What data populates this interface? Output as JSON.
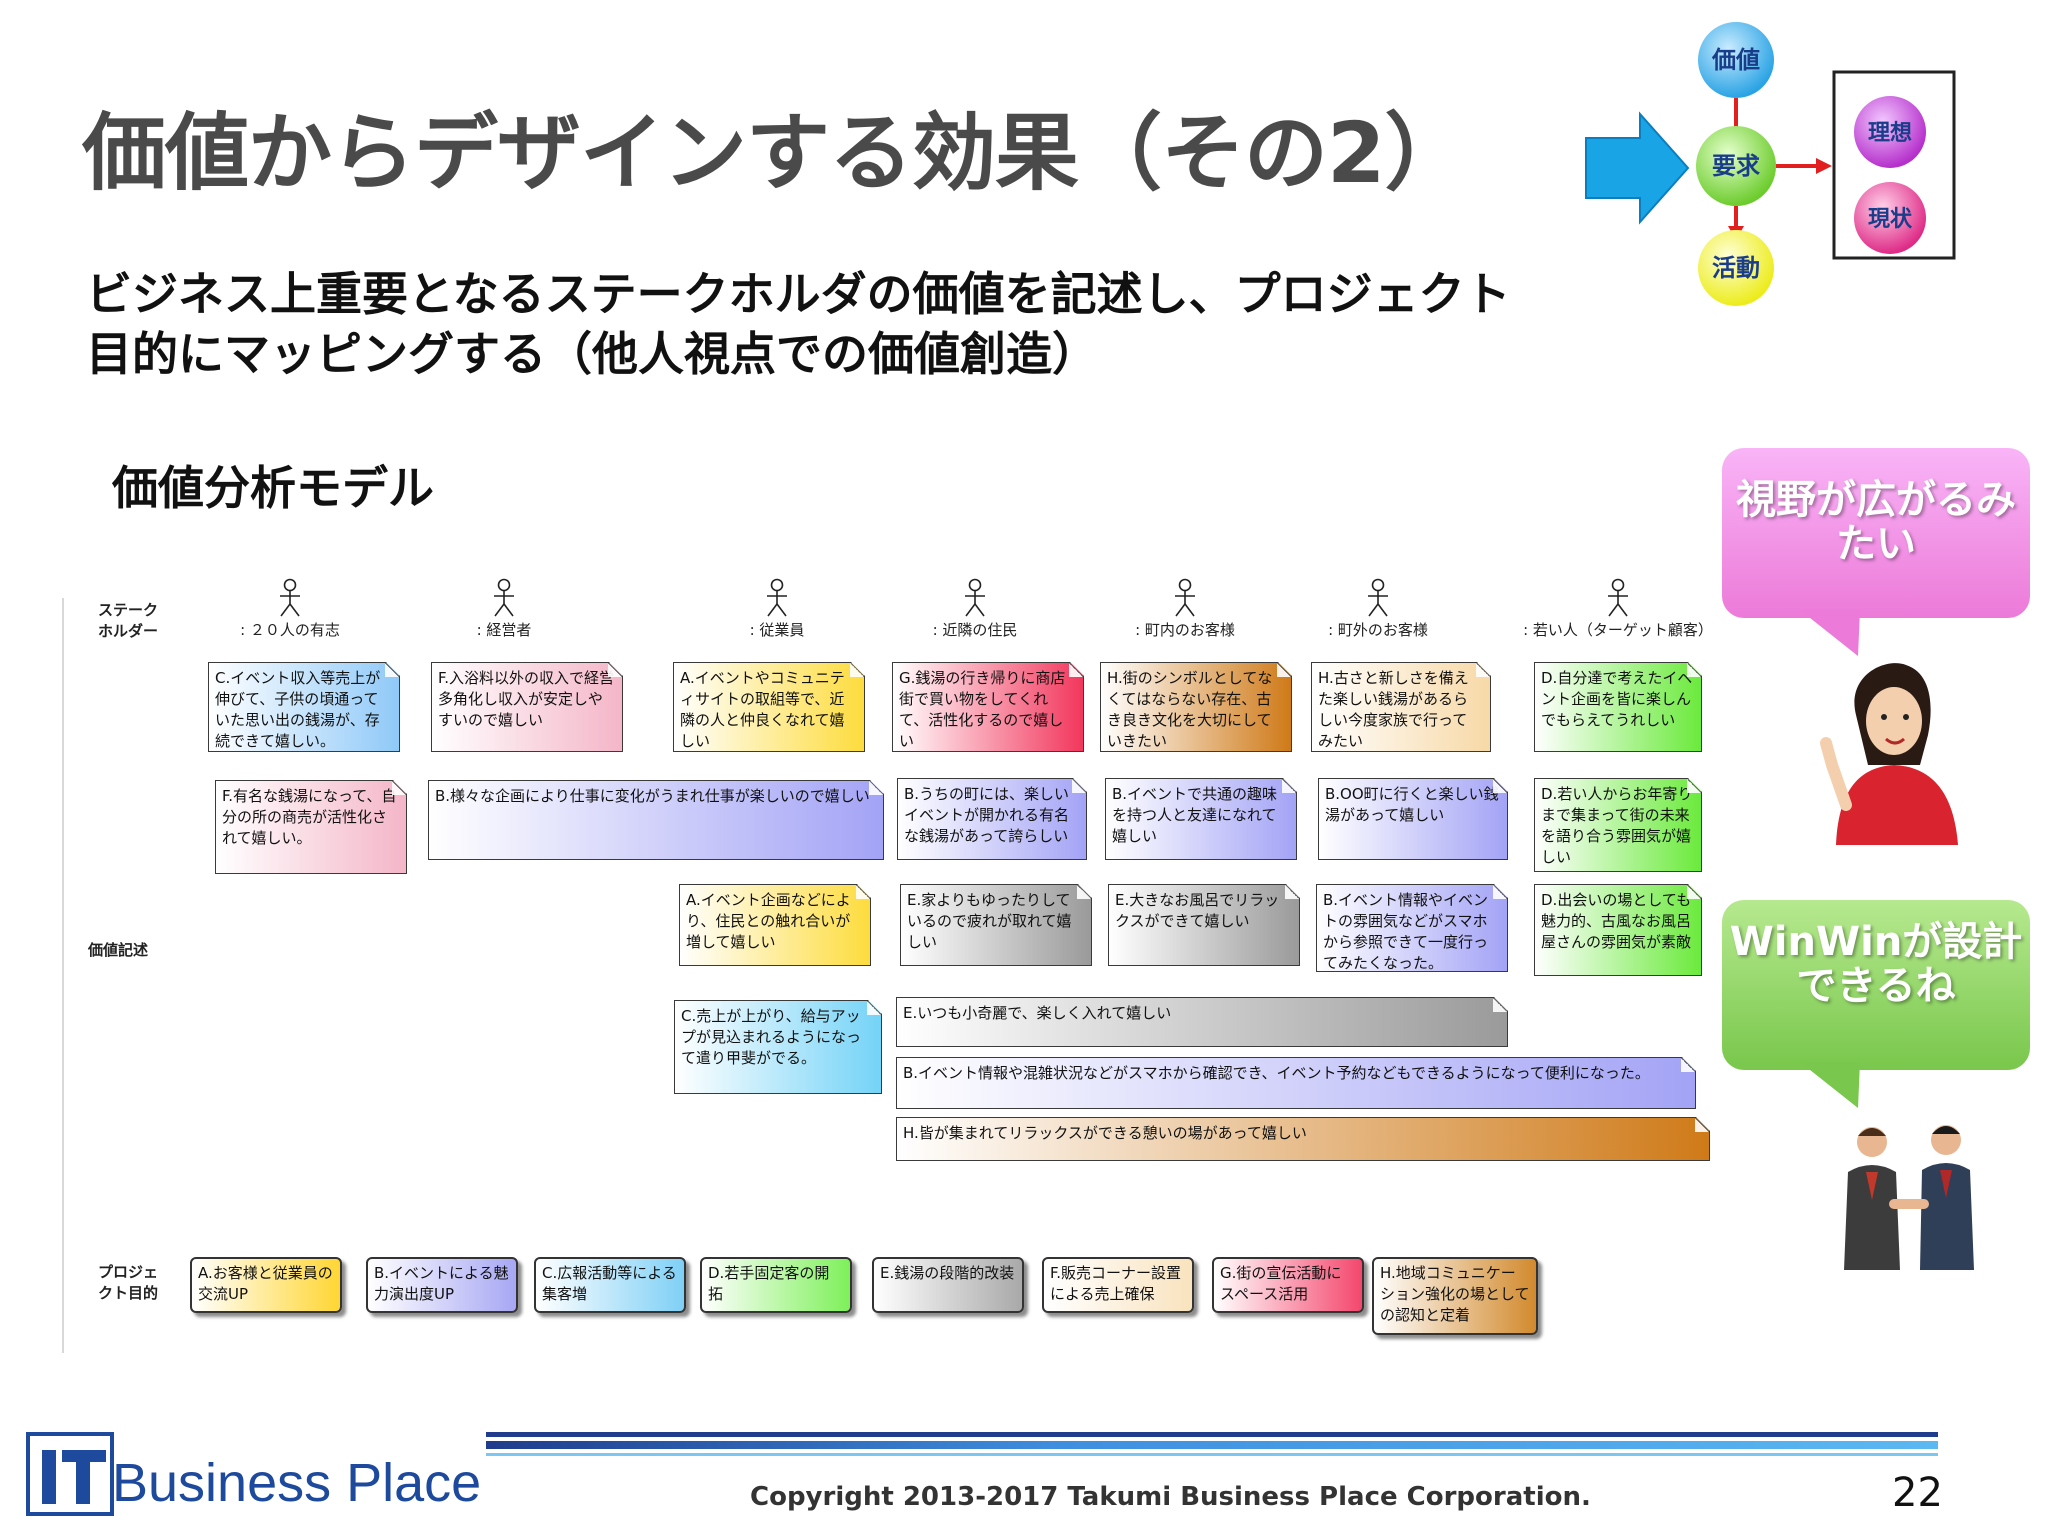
{
  "title": "価値からデザインする効果（その2）",
  "subtitle_line1": "ビジネス上重要となるステークホルダの価値を記述し、プロジェクト",
  "subtitle_line2": "目的にマッピングする（他人視点での価値創造）",
  "model_title": "価値分析モデル",
  "flow_icon": {
    "nodes": [
      "価値",
      "要求",
      "活動",
      "理想",
      "現状"
    ],
    "colors": {
      "value": "#3ab0ea",
      "requirement": "#7ad23a",
      "activity": "#f4f23c",
      "ideal": "#c33bd1",
      "current": "#e3388e",
      "arrow": "#e02020",
      "big_arrow": "#1aa7e8"
    }
  },
  "row_labels": {
    "stakeholder": "ステーク\nホルダー",
    "value": "価値記述",
    "goal": "プロジェ\nクト目的"
  },
  "stakeholders": [
    ": ２０人の有志",
    ": 経営者",
    ": 従業員",
    ": 近隣の住民",
    ": 町内のお客様",
    ": 町外のお客様",
    ": 若い人（ターゲット顧客）"
  ],
  "value_notes": [
    {
      "text": "C.イベント収入等売上が伸びて、子供の頃通っていた思い出の銭湯が、存続できて嬉しい。",
      "color": "blue"
    },
    {
      "text": "F.入浴料以外の収入で経営多角化し収入が安定しやすいので嬉しい",
      "color": "pink"
    },
    {
      "text": "A.イベントやコミュニティサイトの取組等で、近隣の人と仲良くなれて嬉しい",
      "color": "yellow"
    },
    {
      "text": "G.銭湯の行き帰りに商店街で買い物をしてくれて、活性化するので嬉しい",
      "color": "red"
    },
    {
      "text": "H.街のシンボルとしてなくてはならない存在、古き良き文化を大切にしていきたい",
      "color": "orange"
    },
    {
      "text": "H.古さと新しさを備えた楽しい銭湯があるらしい今度家族で行ってみたい",
      "color": "tan"
    },
    {
      "text": "D.自分達で考えたイベント企画を皆に楽しんでもらえてうれしい",
      "color": "green"
    },
    {
      "text": "F.有名な銭湯になって、自分の所の商売が活性化されて嬉しい。",
      "color": "pink"
    },
    {
      "text": "B.様々な企画により仕事に変化がうまれ仕事が楽しいので嬉しい",
      "color": "lavender"
    },
    {
      "text": "B.うちの町には、楽しいイベントが開かれる有名な銭湯があって誇らしい",
      "color": "lavender"
    },
    {
      "text": "B.イベントで共通の趣味を持つ人と友達になれて嬉しい",
      "color": "lavender"
    },
    {
      "text": "B.OO町に行くと楽しい銭湯があって嬉しい",
      "color": "lavender"
    },
    {
      "text": "D.若い人からお年寄りまで集まって街の未来を語り合う雰囲気が嬉しい",
      "color": "green"
    },
    {
      "text": "A.イベント企画などにより、住民との触れ合いが増して嬉しい",
      "color": "yellow"
    },
    {
      "text": "E.家よりもゆったりしているので疲れが取れて嬉しい",
      "color": "gray"
    },
    {
      "text": "E.大きなお風呂でリラックスができて嬉しい",
      "color": "gray"
    },
    {
      "text": "B.イベント情報やイベントの雰囲気などがスマホから参照できて一度行ってみたくなった。",
      "color": "lavender"
    },
    {
      "text": "D.出会いの場としても魅力的、古風なお風呂屋さんの雰囲気が素敵",
      "color": "green"
    },
    {
      "text": "C.売上が上がり、給与アップが見込まれるようになって遣り甲斐がでる。",
      "color": "cyan"
    },
    {
      "text": "E.いつも小奇麗で、楽しく入れて嬉しい",
      "color": "gray"
    },
    {
      "text": "B.イベント情報や混雑状況などがスマホから確認でき、イベント予約などもできるようになって便利になった。",
      "color": "lavender"
    },
    {
      "text": "H.皆が集まれてリラックスができる憩いの場があって嬉しい",
      "color": "orange"
    }
  ],
  "project_goals": [
    "A.お客様と従業員の交流UP",
    "B.イベントによる魅力演出度UP",
    "C.広報活動等による集客増",
    "D.若手固定客の開拓",
    "E.銭湯の段階的改装",
    "F.販売コーナー設置による売上確保",
    "G.街の宣伝活動にスペース活用",
    "H.地域コミュニケーション強化の場としての認知と定着"
  ],
  "bubbles": {
    "pink": "視野が広がるみたい",
    "green": "WinWinが設計できるね"
  },
  "footer": {
    "logo_text": "Business Place",
    "copyright": "Copyright  2013-2017 Takumi Business Place Corporation.",
    "page_number": "22"
  }
}
